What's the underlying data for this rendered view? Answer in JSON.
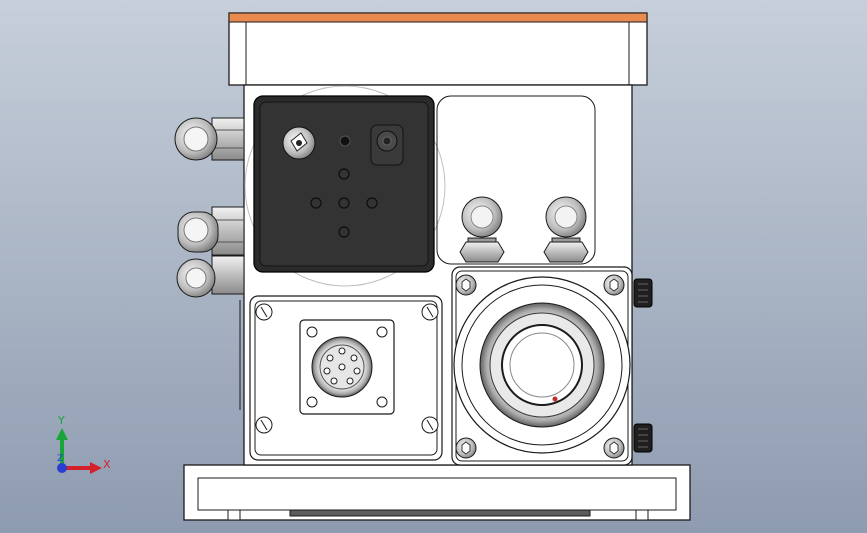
{
  "colors": {
    "background_top": "#c6cfda",
    "background_bottom": "#8e9bb0",
    "part_face": "#ffffff",
    "outline": "#1b1b1b",
    "top_strip": "#e98a4e",
    "dark_panel": "#2b2b2b",
    "metal_light": "#ececec",
    "metal_mid": "#b9b9b9",
    "metal_dark": "#6e6e6e",
    "axis_x": "#d4202a",
    "axis_y": "#18a53a",
    "axis_z": "#2a3fd2"
  },
  "triad": {
    "x_label": "X",
    "y_label": "Y",
    "z_label": "Z"
  },
  "icons": {
    "triad": "coordinate-triad-icon",
    "connector": "circular-connector-icon",
    "fitting": "pneumatic-fitting-icon"
  }
}
